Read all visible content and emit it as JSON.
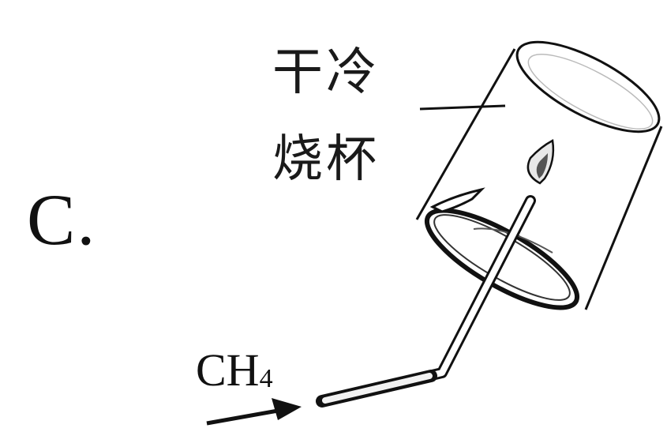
{
  "option": {
    "letter": "C."
  },
  "beaker_label": {
    "line1": "干冷",
    "line2": "烧杯"
  },
  "gas_label": {
    "formula_base": "CH",
    "formula_subscript": "4"
  }
}
